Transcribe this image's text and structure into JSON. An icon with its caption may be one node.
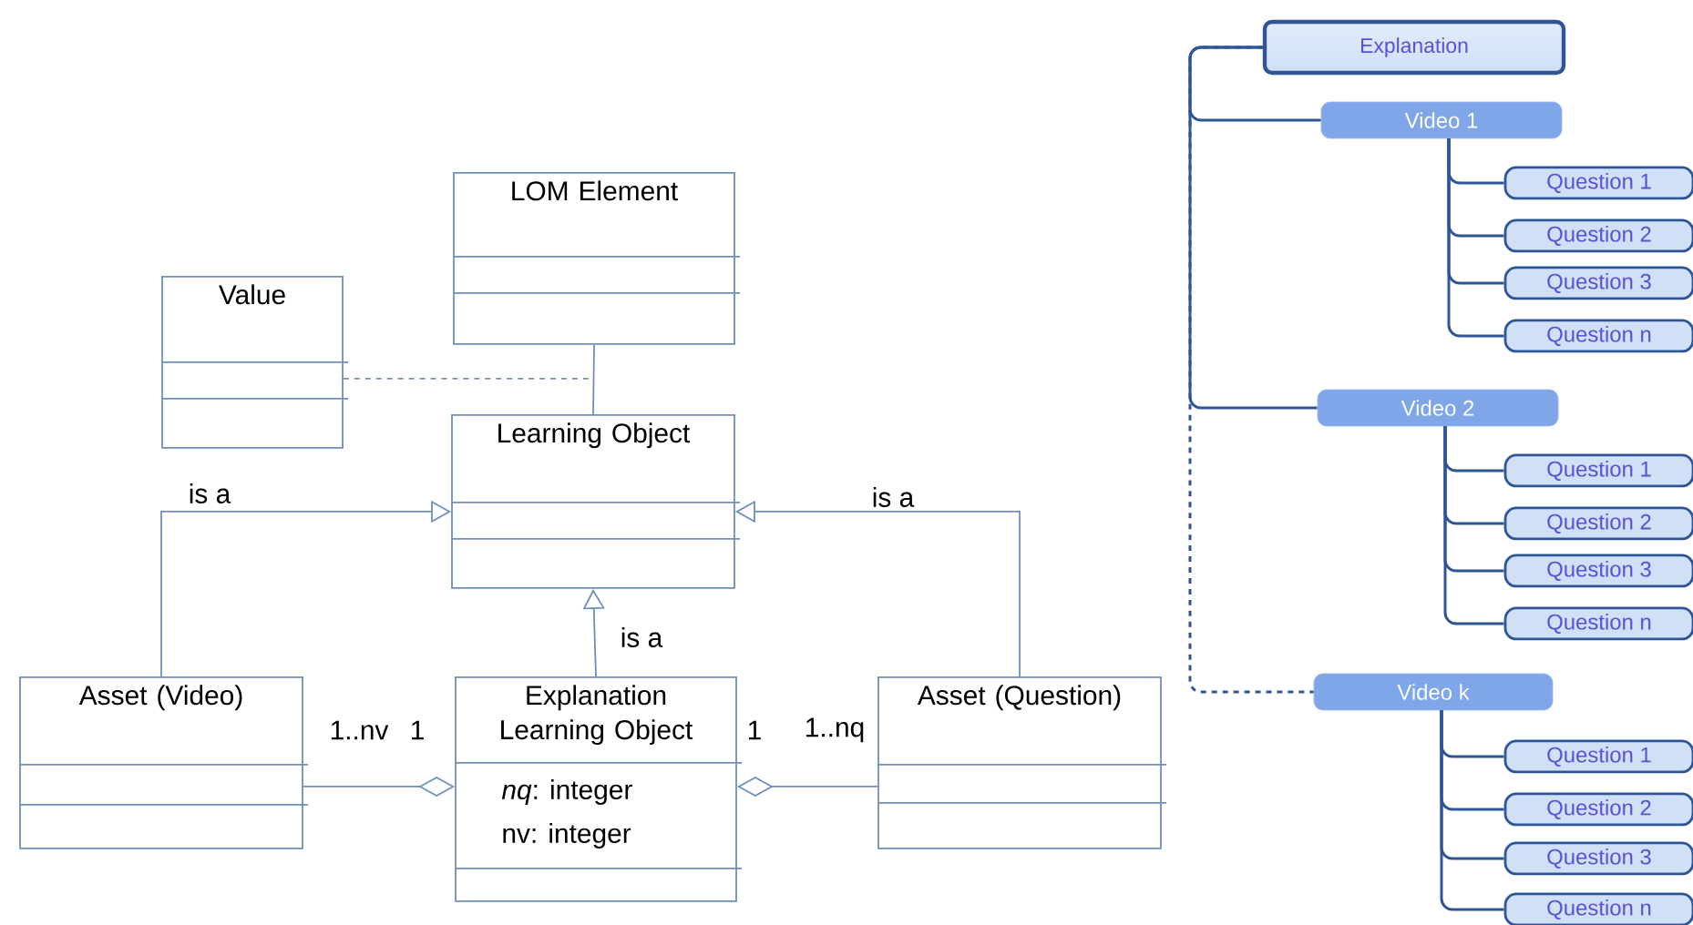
{
  "diagram": {
    "nodes": [
      {
        "text": [
          "LOM Element"
        ]
      },
      {
        "text": [
          "Value"
        ]
      },
      {
        "text": [
          "Learning Object"
        ]
      },
      {
        "text": [
          "Asset (Video)"
        ]
      },
      {
        "text": [
          "Explanation Learning Object",
          "*nq*: integer",
          "nv: integer"
        ]
      },
      {
        "text": [
          "Asset (Question)"
        ]
      },
      {
        "text": [
          "Explanation"
        ]
      },
      {
        "text": [
          "Video 1"
        ]
      },
      {
        "text": [
          "Question 1"
        ]
      },
      {
        "text": [
          "Question 2"
        ]
      },
      {
        "text": [
          "Question 3"
        ]
      },
      {
        "text": [
          "Question n"
        ]
      },
      {
        "text": [
          "Video 2"
        ]
      },
      {
        "text": [
          "Question 1"
        ]
      },
      {
        "text": [
          "Question 2"
        ]
      },
      {
        "text": [
          "Question 3"
        ]
      },
      {
        "text": [
          "Question n"
        ]
      },
      {
        "text": [
          "Video k"
        ]
      },
      {
        "text": [
          "Question 1"
        ]
      },
      {
        "text": [
          "Question 2"
        ]
      },
      {
        "text": [
          "Question 3"
        ]
      },
      {
        "text": [
          "Question n"
        ]
      }
    ],
    "edges": [
      {
        "from": 0,
        "to": 2,
        "arrow": "none",
        "color": "#6d8ebf"
      },
      {
        "from": 1,
        "to": null,
        "arrow": "none",
        "style": "dashed",
        "color": "#6d8ebf"
      },
      {
        "from": 3,
        "to": 2,
        "arrow": "to",
        "label": "is a",
        "color": "#6d8ebf"
      },
      {
        "from": 4,
        "to": 2,
        "arrow": "to",
        "label": "is a",
        "color": "#6d8ebf"
      },
      {
        "from": 5,
        "to": 2,
        "arrow": "to",
        "label": "is a",
        "color": "#6d8ebf"
      },
      {
        "from": 3,
        "to": 4,
        "arrow": "other",
        "color": "#6d8ebf"
      },
      {
        "from": 5,
        "to": 4,
        "arrow": "other",
        "color": "#6d8ebf"
      },
      {
        "from": 6,
        "to": 7,
        "arrow": "none"
      },
      {
        "from": 6,
        "to": 12,
        "arrow": "none"
      },
      {
        "from": 6,
        "to": 17,
        "arrow": "none",
        "style": "dashed"
      },
      {
        "from": 7,
        "to": 8,
        "arrow": "none"
      },
      {
        "from": 7,
        "to": 9,
        "arrow": "none"
      },
      {
        "from": 7,
        "to": 10,
        "arrow": "none"
      },
      {
        "from": 7,
        "to": 11,
        "arrow": "none"
      },
      {
        "from": 12,
        "to": 13,
        "arrow": "none"
      },
      {
        "from": 12,
        "to": 14,
        "arrow": "none"
      },
      {
        "from": 12,
        "to": 15,
        "arrow": "none"
      },
      {
        "from": 12,
        "to": 16,
        "arrow": "none"
      },
      {
        "from": 17,
        "to": 18,
        "arrow": "none"
      },
      {
        "from": 17,
        "to": 19,
        "arrow": "none"
      },
      {
        "from": 17,
        "to": 20,
        "arrow": "none"
      },
      {
        "from": 17,
        "to": 21,
        "arrow": "none"
      }
    ],
    "labels": [
      "1..nv",
      "1",
      "1",
      "1..nq"
    ]
  }
}
